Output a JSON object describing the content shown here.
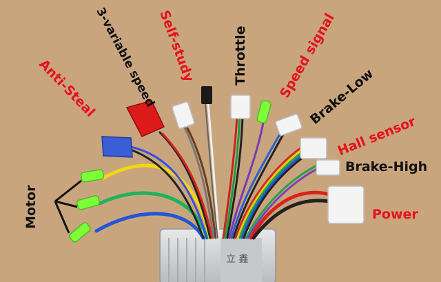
{
  "labels": {
    "three_variable_speed": "3-variable speed",
    "self_study": "Self-study",
    "throttle": "Throttle",
    "speed_signal": "Speed signal",
    "anti_steal": "Anti-Steal",
    "brake_low": "Brake-Low",
    "hall_sensor": "Hall sensor",
    "brake_high": "Brake-High",
    "motor": "Motor",
    "power": "Power"
  },
  "controller_text": "立 鑫",
  "colors": {
    "background": "#c9a57e",
    "label_black": "#111111",
    "label_red": "#e5121b",
    "controller_body": "#d4d6d8",
    "motor_connectors": "#7dff3a",
    "anti_steal_connector": "#3a5ed6",
    "self_study_connector": "#dd1a1a"
  }
}
